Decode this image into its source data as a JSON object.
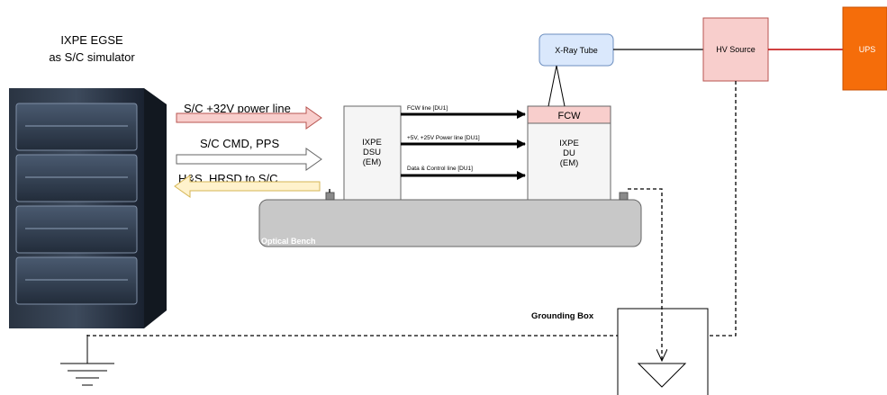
{
  "egse": {
    "title_line1": "IXPE EGSE",
    "title_line2": "as S/C simulator"
  },
  "arrows": {
    "power": "S/C +32V power line",
    "cmd": "S/C CMD, PPS",
    "hs": "H&S, HRSD to S/C"
  },
  "dsu": {
    "line1": "IXPE",
    "line2": "DSU",
    "line3": "(EM)"
  },
  "du": {
    "line1": "IXPE",
    "line2": "DU",
    "line3": "(EM)"
  },
  "fcw": {
    "label": "FCW"
  },
  "lines": {
    "fcw": "FCW line [DU1]",
    "power": "+5V, +25V Power line [DU1]",
    "data": "Data & Control line [DU1]"
  },
  "bench": {
    "label": "Optical Bench"
  },
  "xray": {
    "label": "X-Ray Tube"
  },
  "hv": {
    "label": "HV Source"
  },
  "ups": {
    "label": "UPS"
  },
  "grounding": {
    "label": "Grounding Box"
  },
  "colors": {
    "power_arrow": "#f8cecc",
    "power_arrow_stroke": "#b85450",
    "hs_arrow": "#fff2cc",
    "hs_arrow_stroke": "#d6b656",
    "cmd_arrow": "#ffffff",
    "cmd_arrow_stroke": "#666666",
    "fcw_fill": "#f8cecc",
    "hv_fill": "#f8cecc",
    "xray_fill": "#dae8fc",
    "ups_fill": "#f56d0a",
    "bench_fill": "#c8c8c8",
    "hv_ups_line": "#c00000"
  }
}
